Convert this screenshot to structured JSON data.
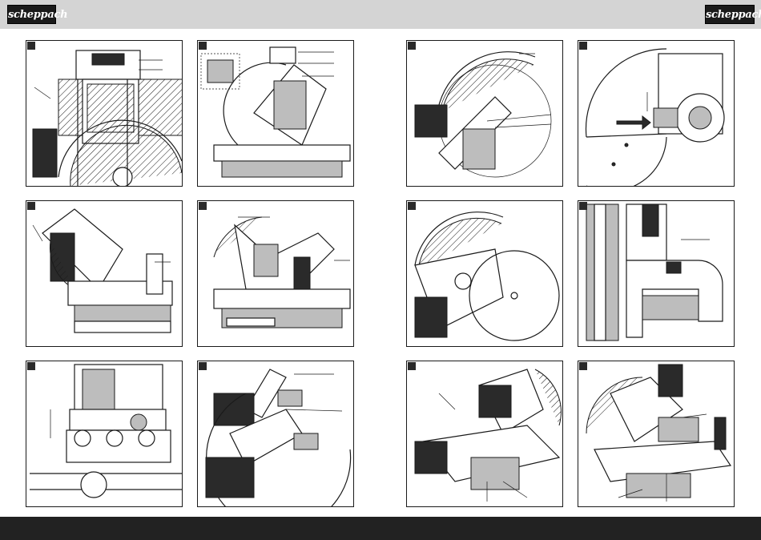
{
  "header": {
    "logo_left": "scheppach",
    "logo_right": "scheppach",
    "background": "#d4d4d4"
  },
  "footer": {
    "background": "#222222"
  },
  "figures": [
    {
      "id": "fig-1",
      "icon": "saw-rear-view-illustration"
    },
    {
      "id": "fig-2",
      "icon": "saw-side-view-illustration"
    },
    {
      "id": "fig-3",
      "icon": "blade-guard-closeup-illustration"
    },
    {
      "id": "fig-4",
      "icon": "lock-button-arrow-illustration"
    },
    {
      "id": "fig-5",
      "icon": "saw-tilted-illustration"
    },
    {
      "id": "fig-6",
      "icon": "saw-front-view-illustration"
    },
    {
      "id": "fig-7",
      "icon": "blade-removal-illustration"
    },
    {
      "id": "fig-8",
      "icon": "handle-switch-illustration"
    },
    {
      "id": "fig-9",
      "icon": "saw-top-detail-illustration"
    },
    {
      "id": "fig-10",
      "icon": "blade-cover-illustration"
    },
    {
      "id": "fig-11",
      "icon": "saw-angle-right-illustration"
    },
    {
      "id": "fig-12",
      "icon": "saw-clamp-illustration"
    }
  ]
}
